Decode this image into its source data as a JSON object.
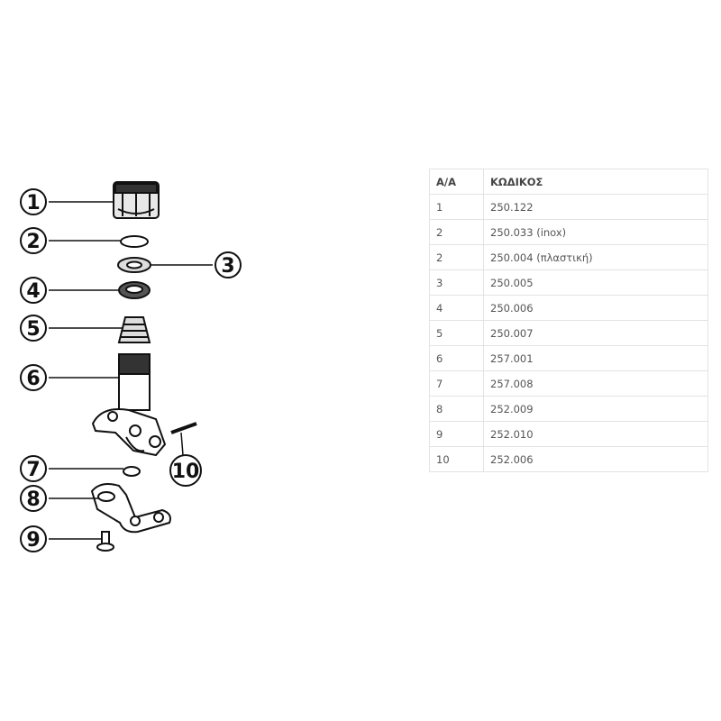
{
  "diagram": {
    "callouts": [
      "1",
      "2",
      "3",
      "4",
      "5",
      "6",
      "7",
      "8",
      "9",
      "10"
    ]
  },
  "table": {
    "headers": [
      "Α/Α",
      "ΚΩΔΙΚΟΣ"
    ],
    "rows": [
      {
        "aa": "1",
        "code": "250.122"
      },
      {
        "aa": "2",
        "code": "250.033 (inox)"
      },
      {
        "aa": "2",
        "code": "250.004 (πλαστική)"
      },
      {
        "aa": "3",
        "code": "250.005"
      },
      {
        "aa": "4",
        "code": "250.006"
      },
      {
        "aa": "5",
        "code": "250.007"
      },
      {
        "aa": "6",
        "code": "257.001"
      },
      {
        "aa": "7",
        "code": "257.008"
      },
      {
        "aa": "8",
        "code": "252.009"
      },
      {
        "aa": "9",
        "code": "252.010"
      },
      {
        "aa": "10",
        "code": "252.006"
      }
    ]
  }
}
